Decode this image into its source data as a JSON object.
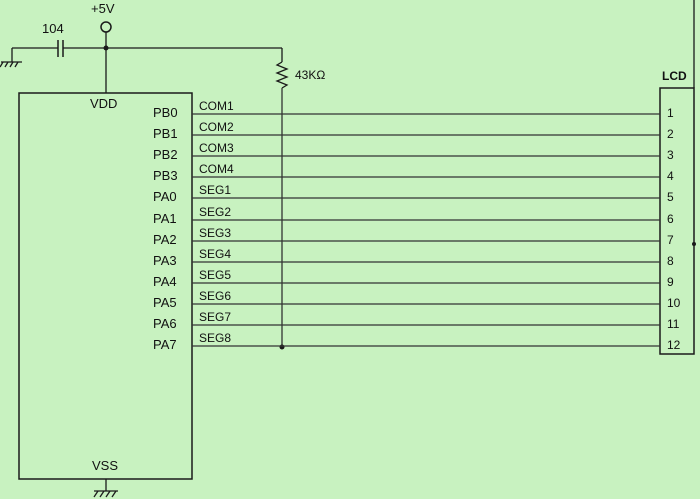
{
  "supply": {
    "label": "+5V"
  },
  "capacitor": {
    "label": "104"
  },
  "resistor": {
    "label": "43KΩ"
  },
  "mcu": {
    "vdd_label": "VDD",
    "vss_label": "VSS",
    "pins": [
      "PB0",
      "PB1",
      "PB2",
      "PB3",
      "PA0",
      "PA1",
      "PA2",
      "PA3",
      "PA4",
      "PA5",
      "PA6",
      "PA7"
    ]
  },
  "signals": [
    "COM1",
    "COM2",
    "COM3",
    "COM4",
    "SEG1",
    "SEG2",
    "SEG3",
    "SEG4",
    "SEG5",
    "SEG6",
    "SEG7",
    "SEG8"
  ],
  "lcd": {
    "label": "LCD",
    "pins": [
      "1",
      "2",
      "3",
      "4",
      "5",
      "6",
      "7",
      "8",
      "9",
      "10",
      "11",
      "12"
    ]
  },
  "colors": {
    "background": "#c8f2c0",
    "line": "#1a1a1a",
    "wire": "#333333"
  }
}
